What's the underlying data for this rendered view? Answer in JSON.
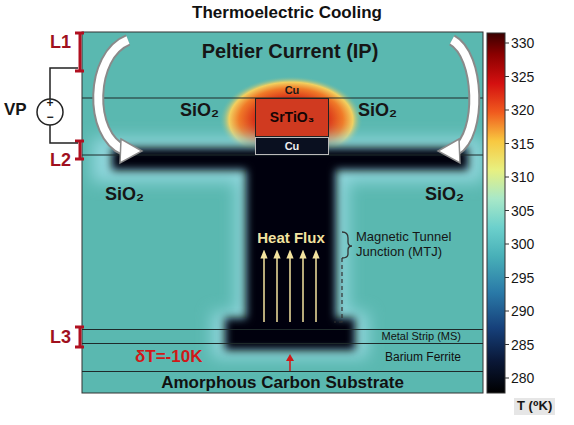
{
  "diagram": {
    "title": "Thermoelectric Cooling",
    "nodes": [
      {
        "text": [
          "Cu"
        ]
      },
      {
        "text": [
          "SrTiO₃"
        ]
      },
      {
        "text": [
          "Cu"
        ]
      },
      {
        "text": [
          "Metal Strip (MS)"
        ]
      },
      {
        "text": [
          "Barium Ferrite"
        ]
      },
      {
        "text": [
          "Amorphous Carbon Substrate"
        ]
      }
    ],
    "labels": [
      "Peltier Current (IP)",
      "SiO₂",
      "SiO₂",
      "SiO₂",
      "SiO₂",
      "Heat Flux",
      "Magnetic Tunnel Junction (MTJ)",
      "δT=-10K",
      "L1",
      "L2",
      "L3",
      "VP",
      "+",
      "−",
      "330",
      "325",
      "320",
      "315",
      "310",
      "305",
      "300",
      "295",
      "290",
      "285",
      "280",
      "T (⁰K)"
    ]
  }
}
